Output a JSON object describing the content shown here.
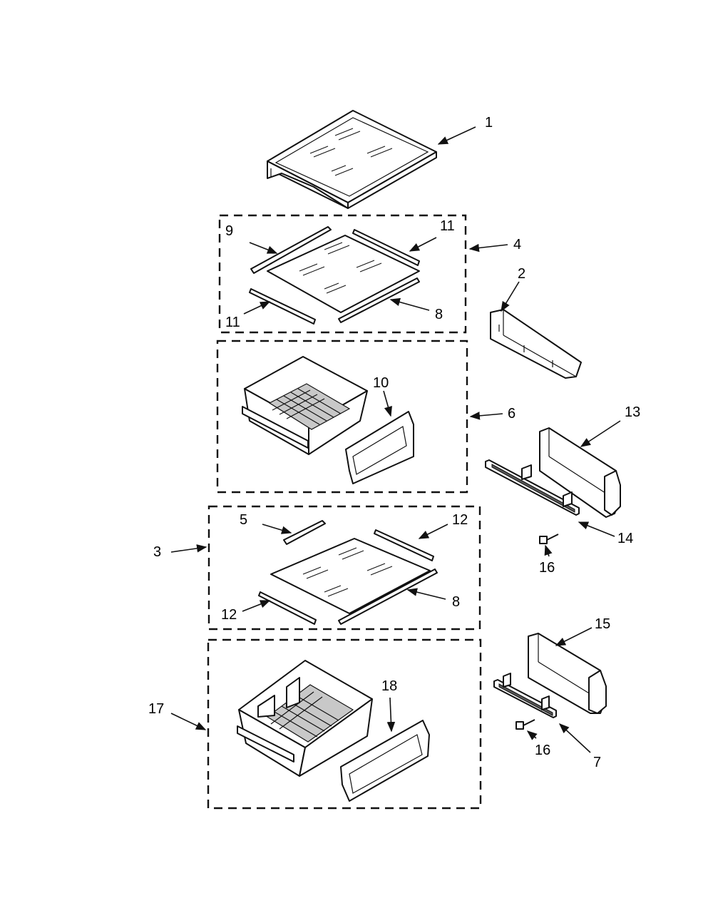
{
  "callouts": {
    "c1": "1",
    "c2": "2",
    "c3": "3",
    "c4": "4",
    "c5": "5",
    "c6": "6",
    "c7": "7",
    "c8a": "8",
    "c8b": "8",
    "c9": "9",
    "c10": "10",
    "c11a": "11",
    "c11b": "11",
    "c12a": "12",
    "c12b": "12",
    "c13": "13",
    "c14": "14",
    "c15": "15",
    "c16a": "16",
    "c16b": "16",
    "c17": "17",
    "c18": "18"
  },
  "colors": {
    "line": "#111111",
    "background": "#ffffff"
  }
}
